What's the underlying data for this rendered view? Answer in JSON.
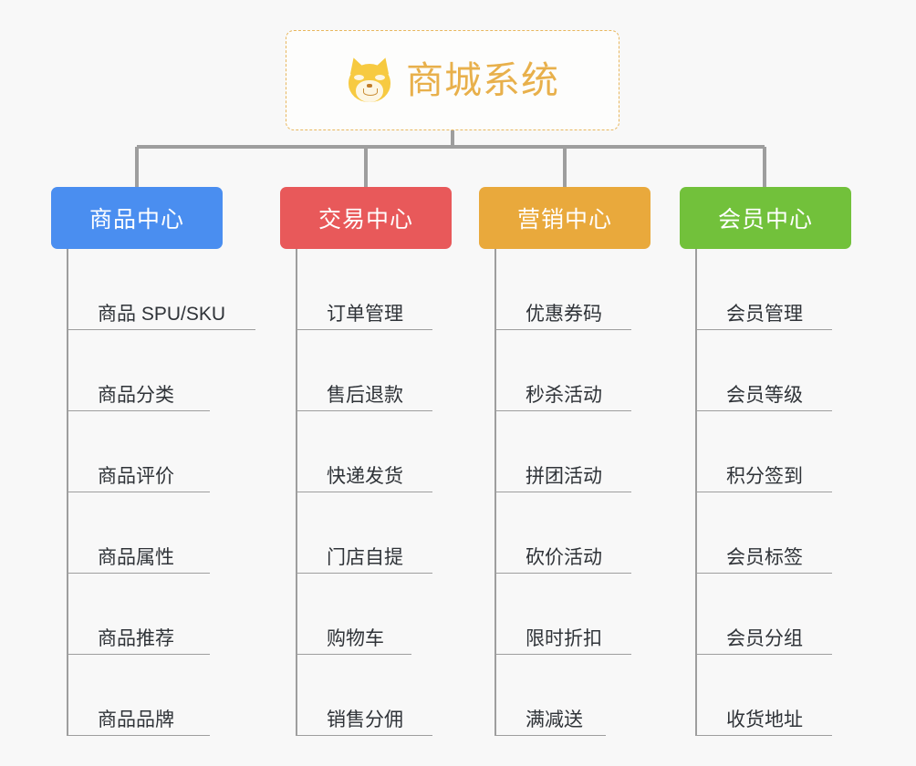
{
  "root": {
    "title": "商城系统",
    "icon": "shiba-dog-icon",
    "border_color": "#e8b75e",
    "title_color": "#e8b04b",
    "background": "#fdfdfc"
  },
  "canvas": {
    "background": "#f8f8f8",
    "connector_color": "#9e9e9e"
  },
  "branches": [
    {
      "id": "product-center",
      "label": "商品中心",
      "color": "#4a8ef0",
      "items": [
        "商品 SPU/SKU",
        "商品分类",
        "商品评价",
        "商品属性",
        "商品推荐",
        "商品品牌"
      ]
    },
    {
      "id": "trade-center",
      "label": "交易中心",
      "color": "#e8595a",
      "items": [
        "订单管理",
        "售后退款",
        "快递发货",
        "门店自提",
        "购物车",
        "销售分佣"
      ]
    },
    {
      "id": "marketing-center",
      "label": "营销中心",
      "color": "#e9a93c",
      "items": [
        "优惠券码",
        "秒杀活动",
        "拼团活动",
        "砍价活动",
        "限时折扣",
        "满减送"
      ]
    },
    {
      "id": "member-center",
      "label": "会员中心",
      "color": "#72c13b",
      "items": [
        "会员管理",
        "会员等级",
        "积分签到",
        "会员标签",
        "会员分组",
        "收货地址"
      ]
    }
  ]
}
